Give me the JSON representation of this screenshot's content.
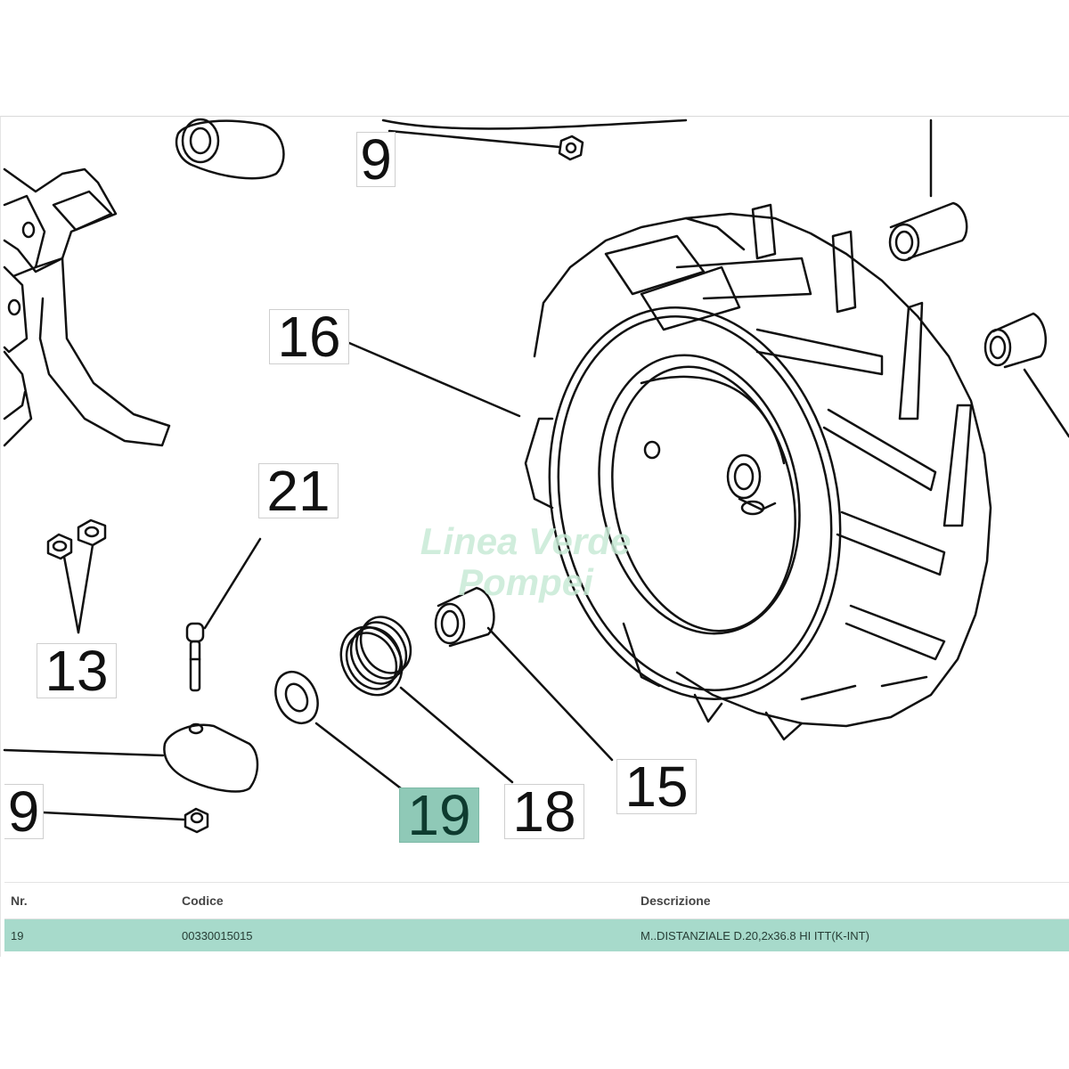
{
  "callouts": {
    "c9_top": "9",
    "c16": "16",
    "c21": "21",
    "c13": "13",
    "c9_bottom": "9",
    "c19": "19",
    "c18": "18",
    "c15": "15"
  },
  "watermark": {
    "line1": "Linea Verde",
    "line2": "Pompei"
  },
  "table": {
    "headers": {
      "nr": "Nr.",
      "codice": "Codice",
      "descrizione": "Descrizione"
    },
    "rows": [
      {
        "nr": "19",
        "codice": "00330015015",
        "descrizione": "M..DISTANZIALE D.20,2x36.8 HI ITT(K-INT)"
      }
    ]
  },
  "colors": {
    "highlight": "#8fc9b7",
    "row_highlight": "#a7dacb",
    "watermark": "#c8ebd6"
  }
}
